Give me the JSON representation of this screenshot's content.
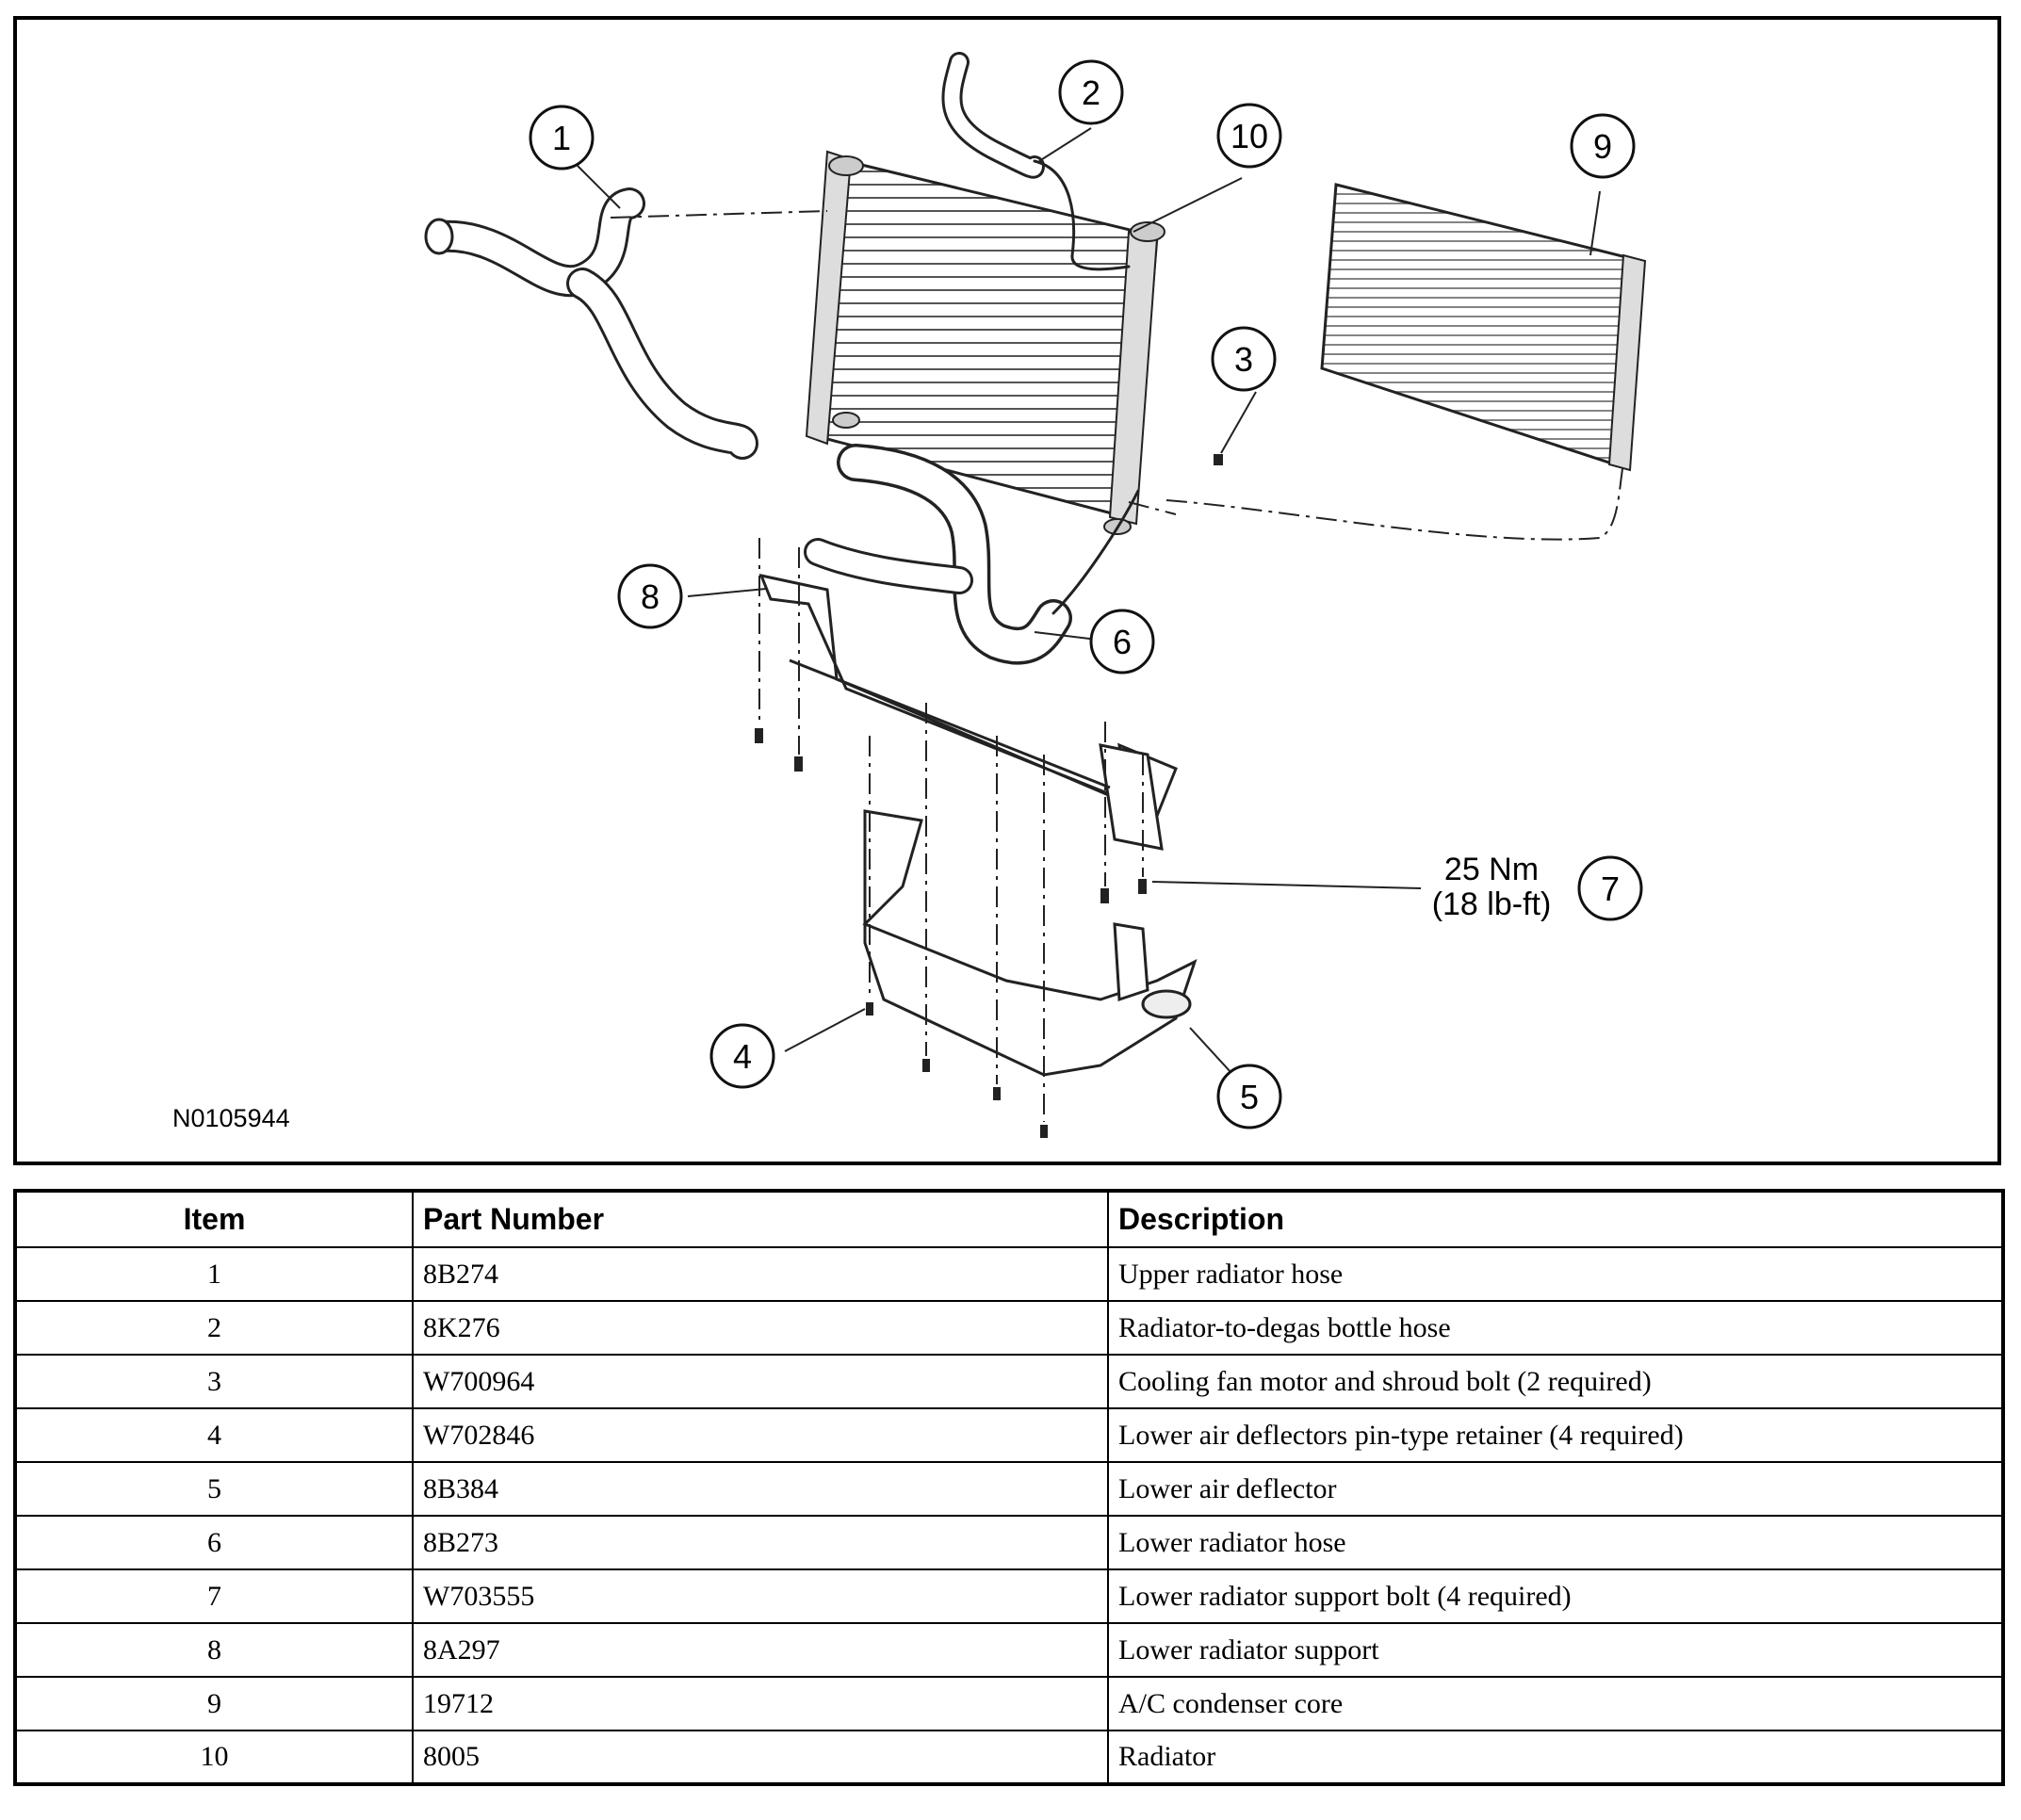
{
  "figure": {
    "figure_id": "N0105944",
    "torque_value": "25 Nm",
    "torque_value_imperial": "(18 lb-ft)",
    "callouts": [
      "1",
      "2",
      "3",
      "4",
      "5",
      "6",
      "7",
      "8",
      "9",
      "10"
    ]
  },
  "table": {
    "headers": {
      "item": "Item",
      "part_number": "Part Number",
      "description": "Description"
    },
    "rows": [
      {
        "item": "1",
        "part_number": "8B274",
        "description": "Upper radiator hose"
      },
      {
        "item": "2",
        "part_number": "8K276",
        "description": "Radiator-to-degas bottle hose"
      },
      {
        "item": "3",
        "part_number": "W700964",
        "description": "Cooling fan motor and shroud bolt (2 required)"
      },
      {
        "item": "4",
        "part_number": "W702846",
        "description": "Lower air deflectors pin-type retainer (4 required)"
      },
      {
        "item": "5",
        "part_number": "8B384",
        "description": "Lower air deflector"
      },
      {
        "item": "6",
        "part_number": "8B273",
        "description": "Lower radiator hose"
      },
      {
        "item": "7",
        "part_number": "W703555",
        "description": "Lower radiator support bolt (4 required)"
      },
      {
        "item": "8",
        "part_number": "8A297",
        "description": "Lower radiator support"
      },
      {
        "item": "9",
        "part_number": "19712",
        "description": "A/C condenser core"
      },
      {
        "item": "10",
        "part_number": "8005",
        "description": "Radiator"
      }
    ]
  }
}
